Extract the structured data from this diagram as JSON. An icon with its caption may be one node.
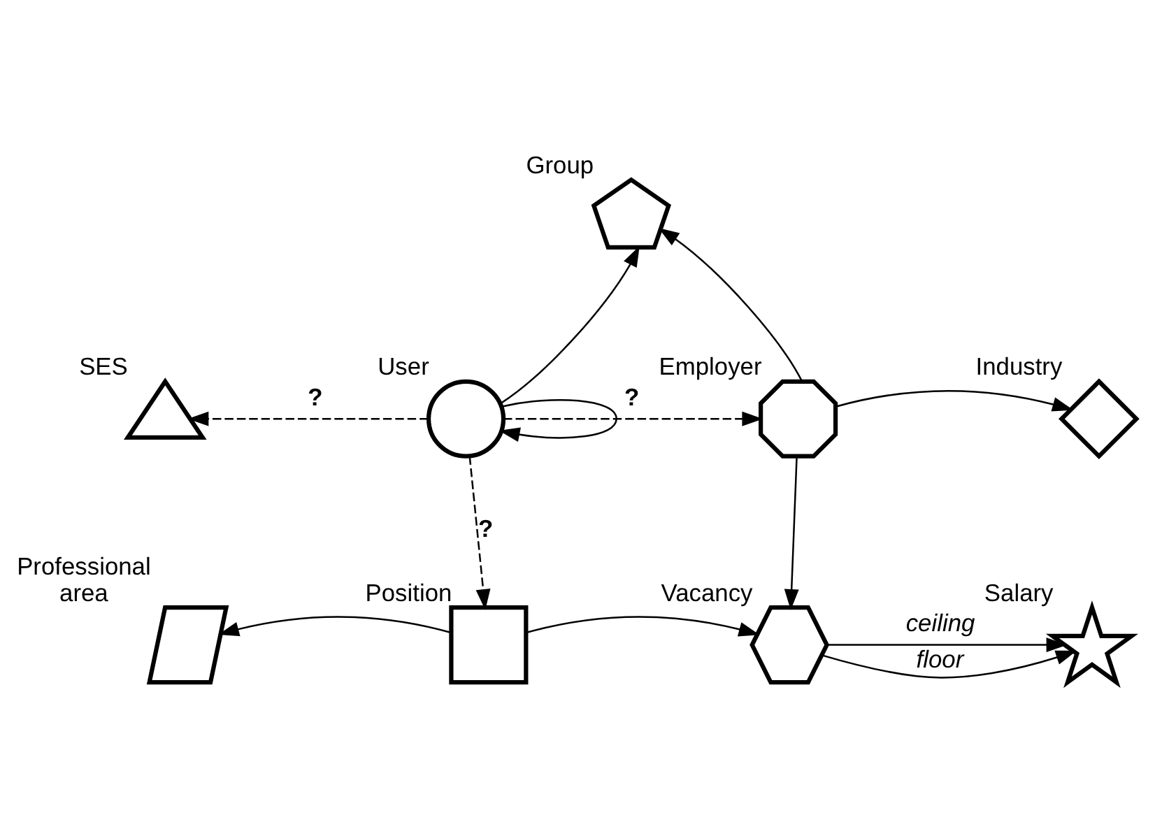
{
  "diagram": {
    "nodes": [
      {
        "text": [
          "Group"
        ]
      },
      {
        "text": [
          "SES"
        ]
      },
      {
        "text": [
          "User"
        ]
      },
      {
        "text": [
          "Employer"
        ]
      },
      {
        "text": [
          "Industry"
        ]
      },
      {
        "text": [
          "Professional",
          "area"
        ]
      },
      {
        "text": [
          "Position"
        ]
      },
      {
        "text": [
          "Vacancy"
        ]
      },
      {
        "text": [
          "Salary"
        ]
      }
    ],
    "edges": [
      {
        "from": 2,
        "to": 2,
        "arrow": "to"
      },
      {
        "from": 2,
        "to": 0,
        "arrow": "to"
      },
      {
        "from": 3,
        "to": 0,
        "arrow": "to"
      },
      {
        "from": 2,
        "to": 1,
        "arrow": "to",
        "label": "?",
        "style": "dashed"
      },
      {
        "from": 2,
        "to": 3,
        "arrow": "to",
        "label": "?",
        "style": "dashed"
      },
      {
        "from": 3,
        "to": 4,
        "arrow": "to"
      },
      {
        "from": 2,
        "to": 6,
        "arrow": "to",
        "label": "?",
        "style": "dashed"
      },
      {
        "from": 3,
        "to": 7,
        "arrow": "to"
      },
      {
        "from": 6,
        "to": 5,
        "arrow": "to"
      },
      {
        "from": 6,
        "to": 7,
        "arrow": "to"
      },
      {
        "from": 7,
        "to": 8,
        "arrow": "to",
        "label": "floor"
      },
      {
        "from": 7,
        "to": 8,
        "arrow": "to",
        "label": "ceiling"
      }
    ]
  }
}
